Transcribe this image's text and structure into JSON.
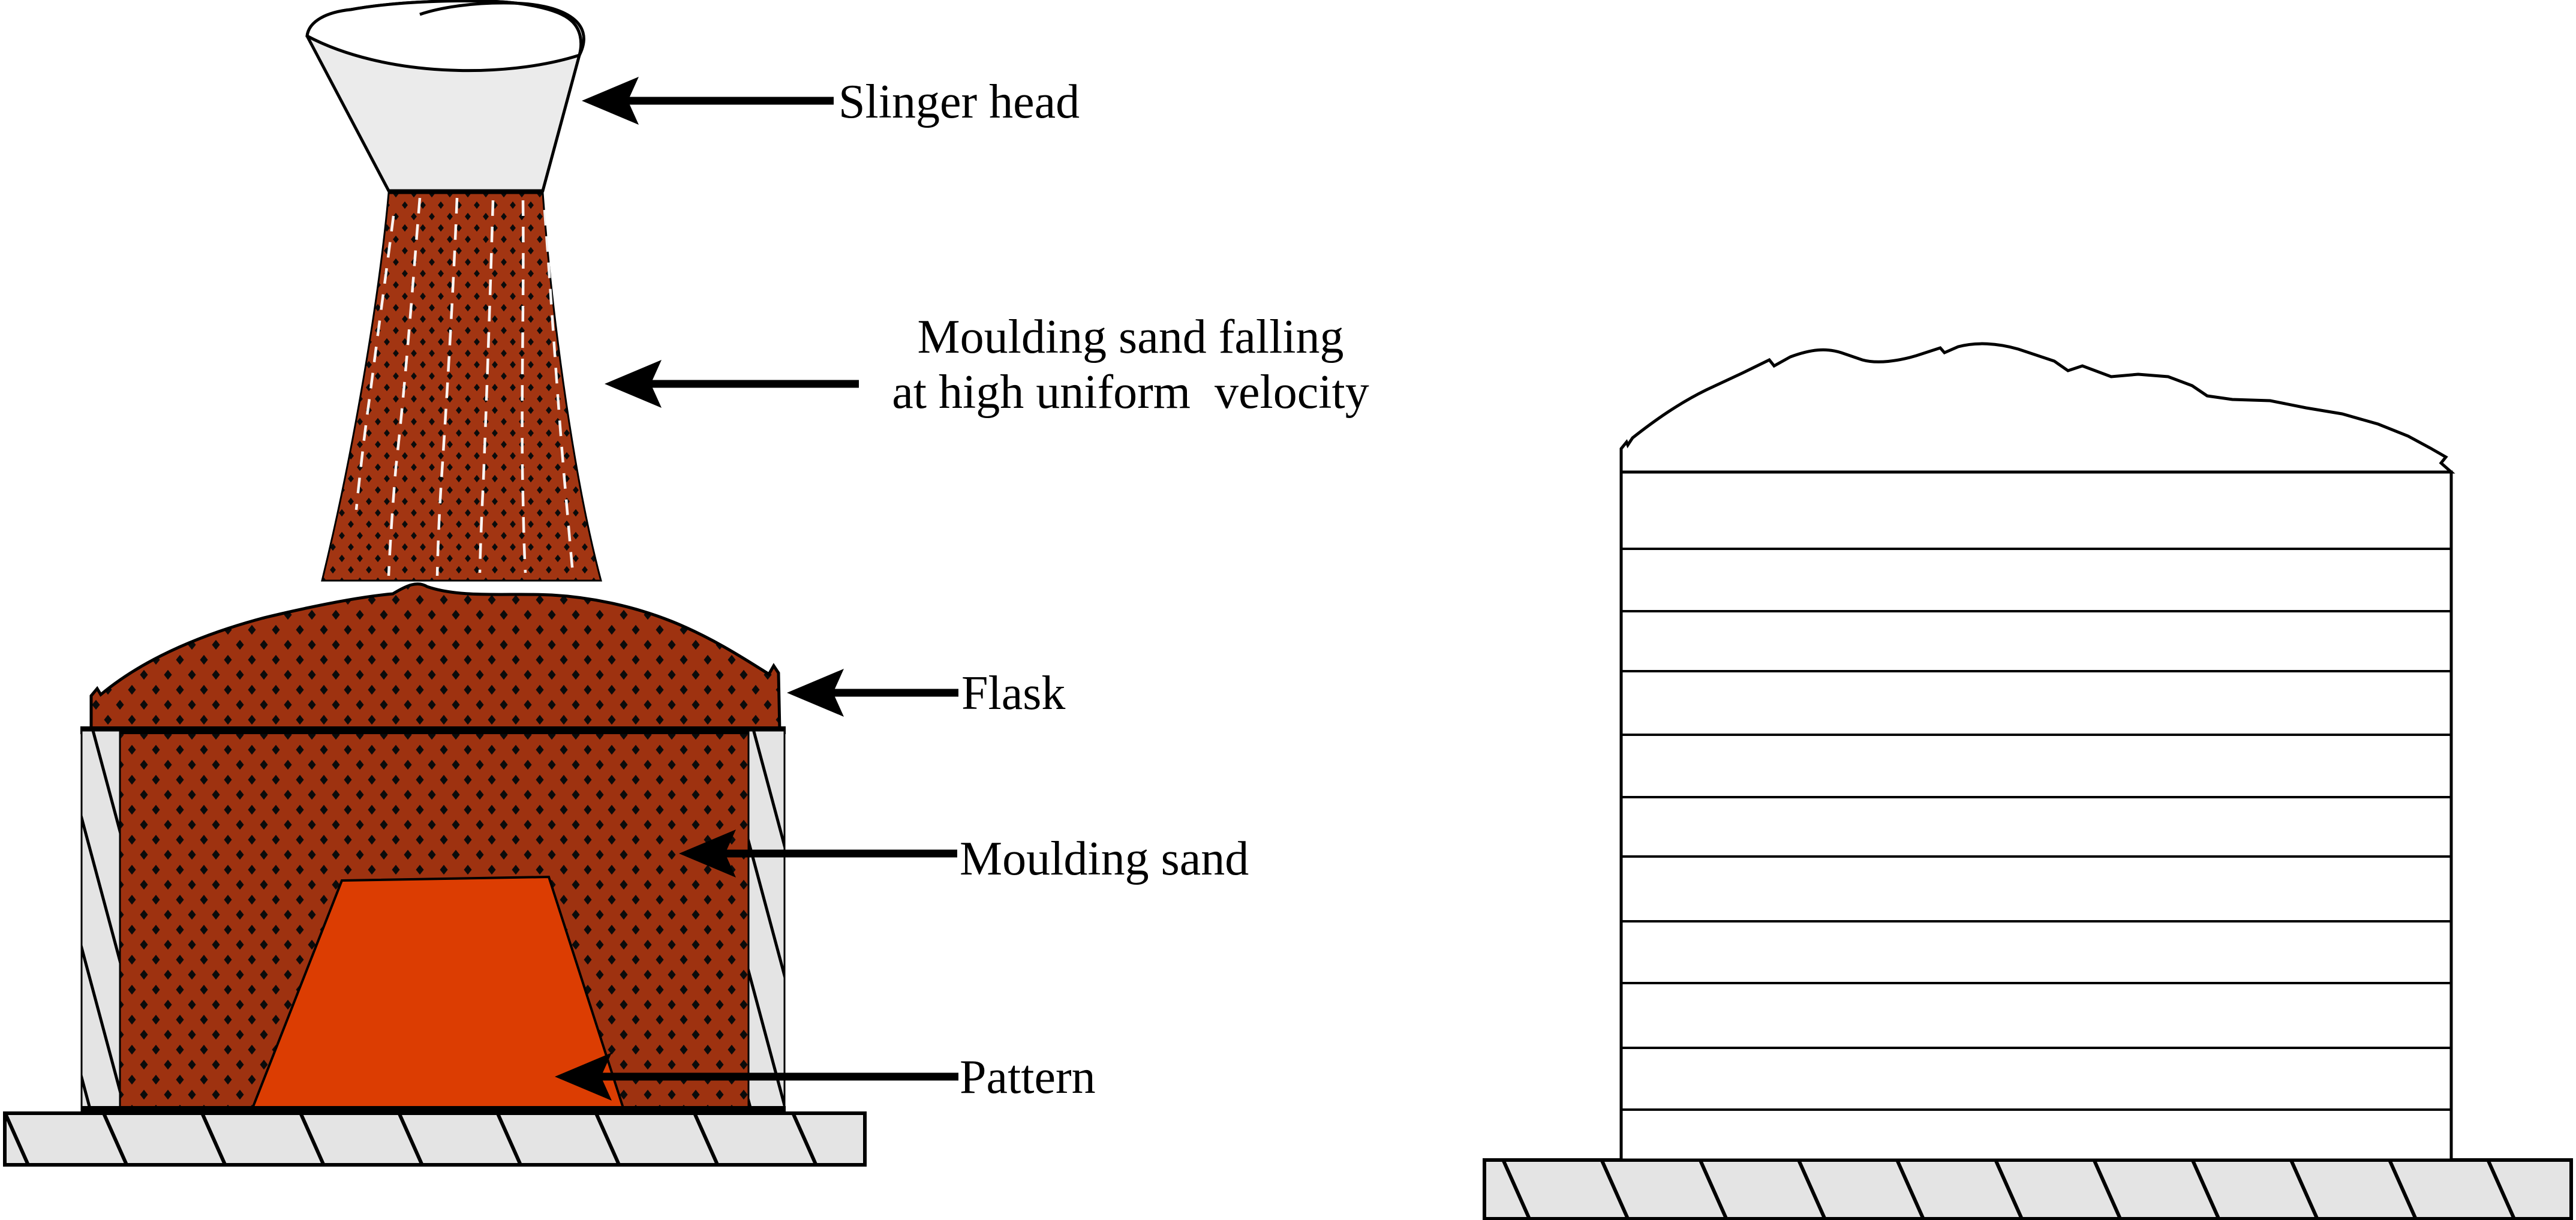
{
  "colors": {
    "sand_red": "#9E3210",
    "pattern_orange": "#DC3D02",
    "metal_grey": "#E4E4E4",
    "funnel_grey": "#EBEBEB",
    "outline": "#000000",
    "background": "#FFFFFF"
  },
  "left_diagram": {
    "labels": {
      "slinger_head": "Slinger head",
      "falling_sand_line1": "Moulding sand falling",
      "falling_sand_line2": "at high uniform  velocity",
      "flask": "Flask",
      "moulding_sand": "Moulding sand",
      "pattern": "Pattern"
    }
  },
  "right_diagram": {
    "layers": 11
  }
}
